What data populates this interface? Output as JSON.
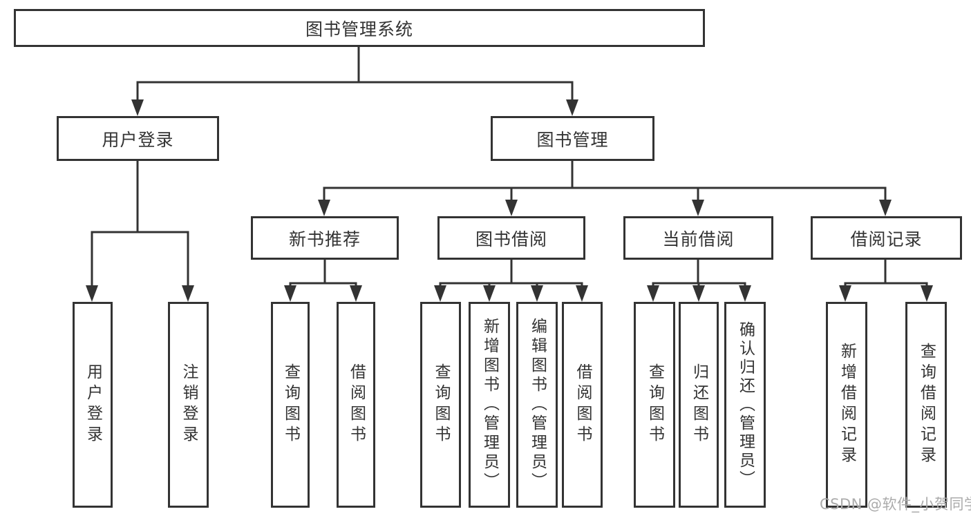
{
  "tree": {
    "root": "图书管理系统",
    "children": [
      {
        "label": "用户登录",
        "children": [
          "用户登录",
          "注销登录"
        ]
      },
      {
        "label": "图书管理",
        "children": [
          {
            "label": "新书推荐",
            "children": [
              "查询图书",
              "借阅图书"
            ]
          },
          {
            "label": "图书借阅",
            "children": [
              "查询图书",
              "新增图书（管理员）",
              "编辑图书（管理员）",
              "借阅图书"
            ]
          },
          {
            "label": "当前借阅",
            "children": [
              "查询图书",
              "归还图书",
              "确认归还（管理员）"
            ]
          },
          {
            "label": "借阅记录",
            "children": [
              "新增借阅记录",
              "查询借阅记录"
            ]
          }
        ]
      }
    ]
  },
  "watermark": "CSDN @软件_小贺同学",
  "colors": {
    "line": "#333333",
    "box_border": "#333333",
    "text": "#333333",
    "background": "#ffffff",
    "watermark": "#ababab"
  }
}
